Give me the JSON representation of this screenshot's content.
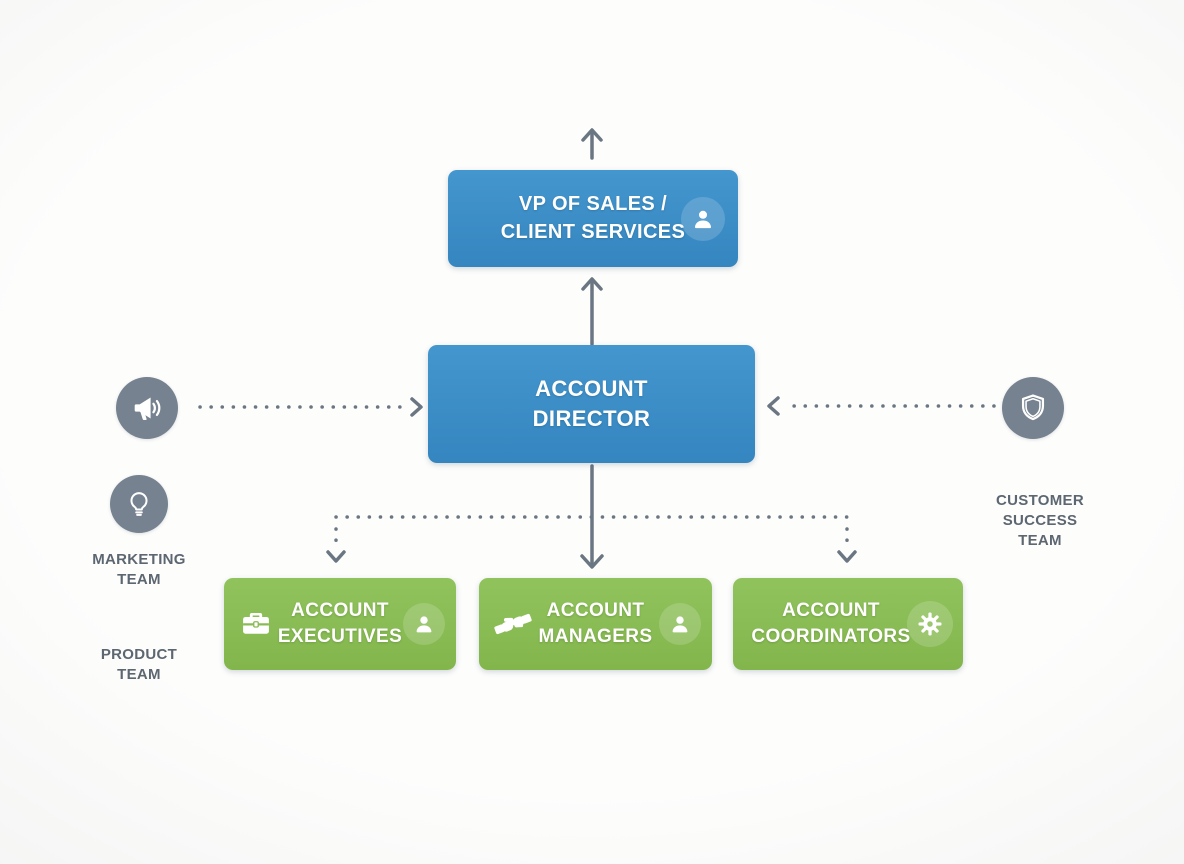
{
  "nodes": {
    "vp_sales": {
      "line1": "VP OF SALES /",
      "line2": "CLIENT SERVICES",
      "icon": "person-icon",
      "color": "#3c8fc7"
    },
    "account_director": {
      "line1": "ACCOUNT",
      "line2": "DIRECTOR",
      "color": "#3c8fc7"
    },
    "account_executives": {
      "line1": "ACCOUNT",
      "line2": "EXECUTIVES",
      "icon_left": "briefcase-icon",
      "icon_right": "person-icon",
      "color": "#8abc53"
    },
    "account_managers": {
      "line1": "ACCOUNT",
      "line2": "MANAGERS",
      "icon_left": "handshake-icon",
      "icon_right": "person-icon",
      "color": "#8abc53"
    },
    "account_coordinators": {
      "line1": "ACCOUNT",
      "line2": "COORDINATORS",
      "icon_right": "gear-icon",
      "color": "#8abc53"
    }
  },
  "side_annotations": {
    "marketing_team": {
      "line1": "MARKETING",
      "line2": "TEAM",
      "icon": "megaphone-icon"
    },
    "product_team": {
      "line1": "PRODUCT",
      "line2": "TEAM",
      "icon": "lightbulb-icon"
    },
    "customer_success_team": {
      "line1": "CUSTOMER",
      "line2": "SUCCESS",
      "line3": "TEAM",
      "icon": "shield-icon"
    }
  },
  "colors": {
    "primary_blue": "#3c8fc7",
    "accent_green": "#8abc53",
    "icon_circle_gray": "#76828f",
    "label_gray": "#5d6771",
    "connector_gray": "#6b7683",
    "background": "#fbfbfa"
  }
}
